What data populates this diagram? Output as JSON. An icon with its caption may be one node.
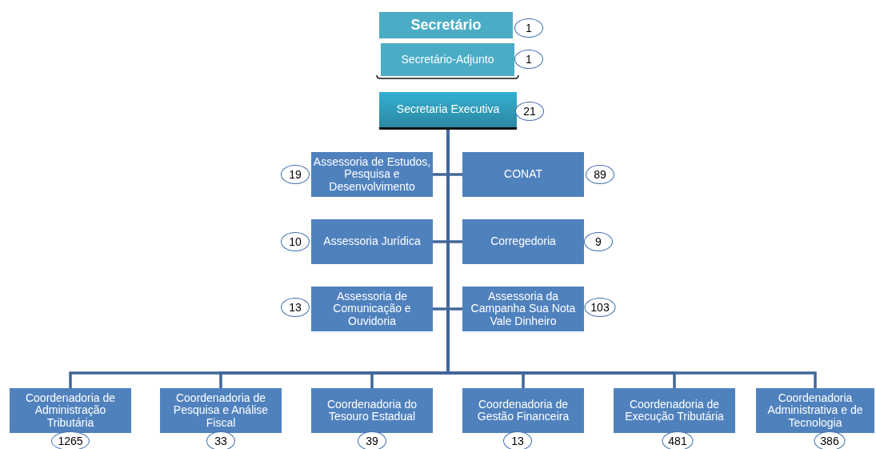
{
  "diagram": {
    "nodes": [
      {
        "text": [
          "Secretário"
        ],
        "beside": [
          "1"
        ]
      },
      {
        "text": [
          "Secretário-Adjunto"
        ],
        "beside": [
          "1"
        ]
      },
      {
        "text": [
          "Secretaria Executiva"
        ],
        "beside": [
          "21"
        ]
      },
      {
        "text": [
          "Assessoria de Estudos, Pesquisa e Desenvolvimento"
        ],
        "beside": [
          "19"
        ]
      },
      {
        "text": [
          "CONAT"
        ],
        "beside": [
          "89"
        ]
      },
      {
        "text": [
          "Assessoria Jurídica"
        ],
        "beside": [
          "10"
        ]
      },
      {
        "text": [
          "Corregedoria"
        ],
        "beside": [
          "9"
        ]
      },
      {
        "text": [
          "Assessoria de Comunicação e Ouvidoria"
        ],
        "beside": [
          "13"
        ]
      },
      {
        "text": [
          "Assessoria da Campanha Sua Nota Vale Dinheiro"
        ],
        "beside": [
          "103"
        ]
      },
      {
        "text": [
          "Coordenadoria de Administração Tributária"
        ],
        "beside": [
          "1265"
        ]
      },
      {
        "text": [
          "Coordenadoria de Pesquisa e Análise Fiscal"
        ],
        "beside": [
          "33"
        ]
      },
      {
        "text": [
          "Coordenadoria do Tesouro Estadual"
        ],
        "beside": [
          "39"
        ]
      },
      {
        "text": [
          "Coordenadoria de Gestão Financeira"
        ],
        "beside": [
          "13"
        ]
      },
      {
        "text": [
          "Coordenadoria de Execução Tributária"
        ],
        "beside": [
          "481"
        ]
      },
      {
        "text": [
          "Coordenadoria Administrativa e de Tecnologia"
        ],
        "beside": [
          "386"
        ]
      }
    ],
    "edges": [
      {
        "from": 2,
        "to": 3,
        "arrow": "none"
      },
      {
        "from": 2,
        "to": 4,
        "arrow": "none"
      },
      {
        "from": 2,
        "to": 5,
        "arrow": "none"
      },
      {
        "from": 2,
        "to": 6,
        "arrow": "none"
      },
      {
        "from": 2,
        "to": 7,
        "arrow": "none"
      },
      {
        "from": 2,
        "to": 8,
        "arrow": "none"
      },
      {
        "from": 2,
        "to": 9,
        "arrow": "none"
      },
      {
        "from": 2,
        "to": 10,
        "arrow": "none"
      },
      {
        "from": 2,
        "to": 11,
        "arrow": "none"
      },
      {
        "from": 2,
        "to": 12,
        "arrow": "none"
      },
      {
        "from": 2,
        "to": 13,
        "arrow": "none"
      },
      {
        "from": 2,
        "to": 14,
        "arrow": "none"
      }
    ]
  }
}
